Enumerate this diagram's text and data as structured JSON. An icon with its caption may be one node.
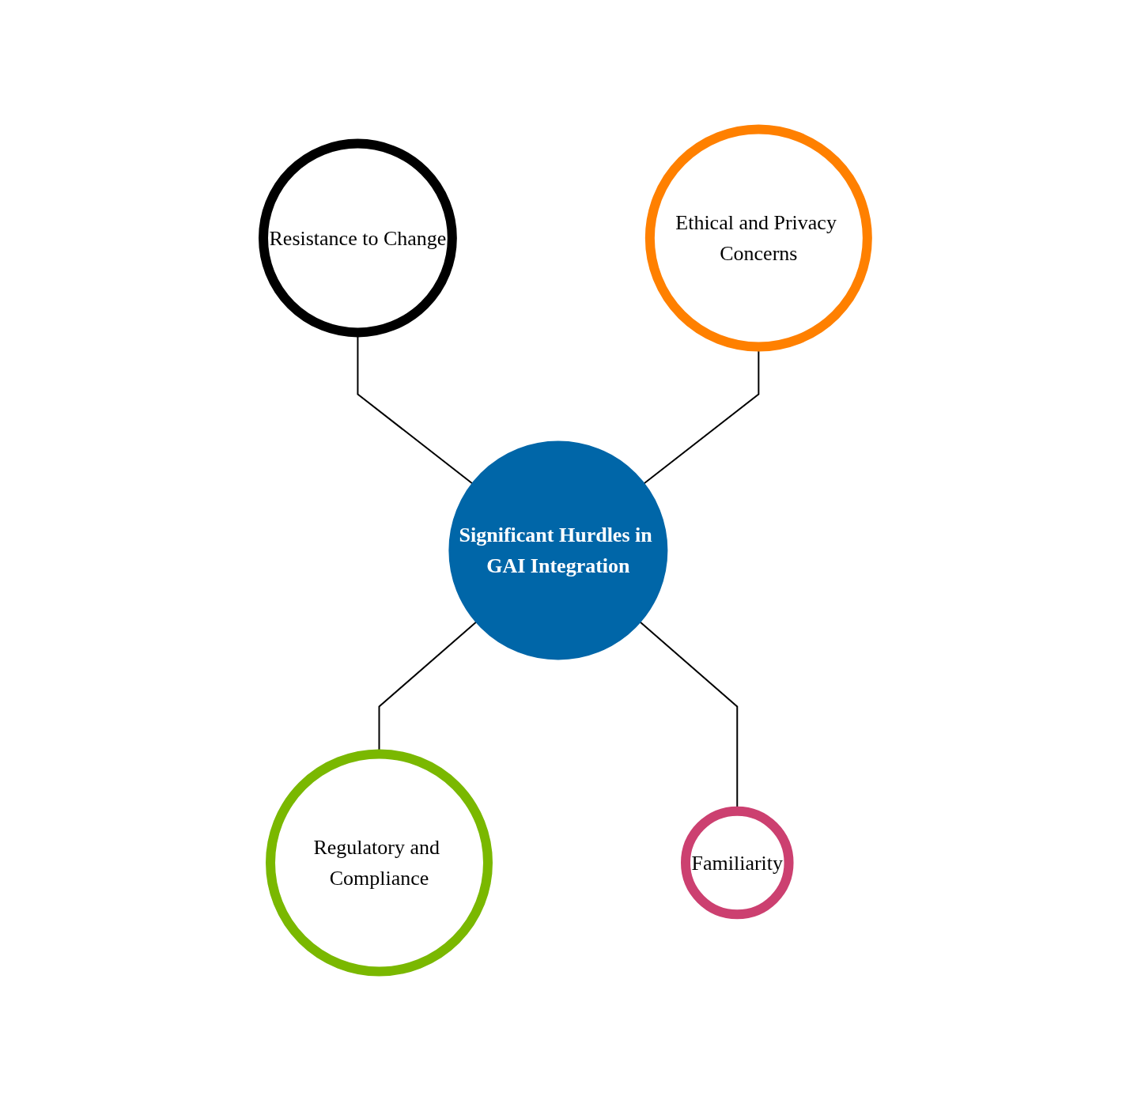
{
  "diagram": {
    "nodes": [
      {
        "text": [
          "Resistance to Change"
        ]
      },
      {
        "text": [
          "Ethical and Privacy Concerns"
        ]
      },
      {
        "text": [
          "Significant Hurdles in GAI Integration"
        ]
      },
      {
        "text": [
          "Regulatory and Compliance"
        ]
      },
      {
        "text": [
          "Familiarity"
        ]
      }
    ],
    "edges": [
      {
        "from": 0,
        "to": 2,
        "arrow": "none"
      },
      {
        "from": 1,
        "to": 2,
        "arrow": "none"
      },
      {
        "from": 2,
        "to": 3,
        "arrow": "none"
      },
      {
        "from": 2,
        "to": 4,
        "arrow": "none"
      }
    ]
  }
}
